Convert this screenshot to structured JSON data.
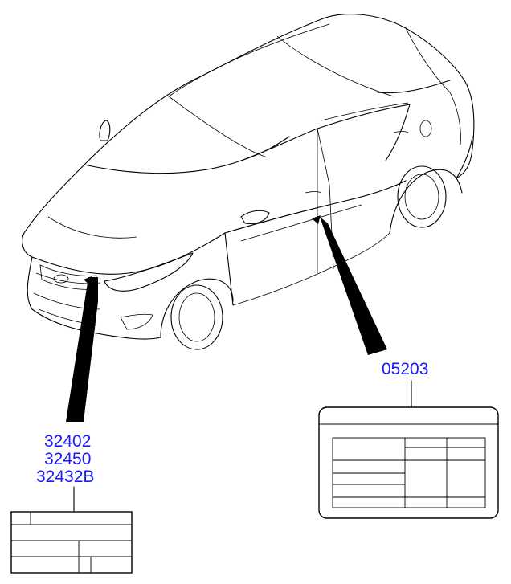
{
  "colors": {
    "part_number": "#1a1aff",
    "line_art": "#000000",
    "background": "#ffffff"
  },
  "callouts": {
    "front_label": {
      "part_numbers": [
        "32402",
        "32450",
        "32432B"
      ]
    },
    "door_label": {
      "part_numbers": [
        "05203"
      ]
    }
  }
}
